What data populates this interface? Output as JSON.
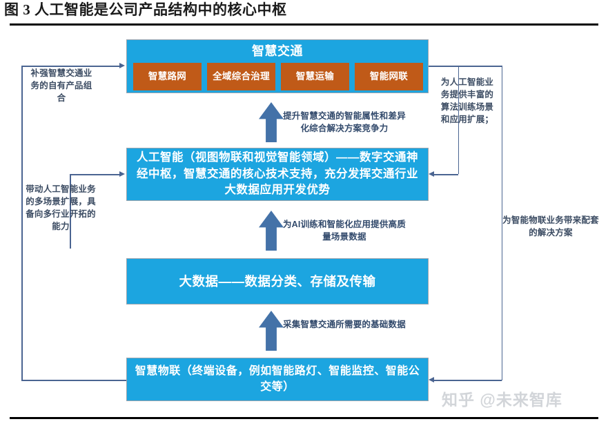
{
  "figure": {
    "title": "图 3 人工智能是公司产品结构中的核心中枢"
  },
  "diagram": {
    "type": "flow-diagram",
    "boxes": {
      "transport": {
        "label": "智慧交通",
        "color": "#1CA5E0",
        "sub_items": [
          {
            "label": "智慧路网",
            "color": "#C05A18"
          },
          {
            "label": "全域综合治理",
            "color": "#C05A18"
          },
          {
            "label": "智慧运输",
            "color": "#C05A18"
          },
          {
            "label": "智能网联",
            "color": "#C05A18"
          }
        ]
      },
      "ai": {
        "label": "人工智能（视图物联和视觉智能领域）——数字交通神经中枢，智慧交通的核心技术支持，充分发挥交通行业大数据应用开发优势",
        "color": "#1CA5E0"
      },
      "bigdata": {
        "label": "大数据——数据分类、存储及传输",
        "color": "#1CA5E0"
      },
      "iot": {
        "label": "智慧物联（终端设备，例如智能路灯、智能监控、智能公交等）",
        "color": "#1CA5E0"
      }
    },
    "up_arrows": [
      {
        "label": "提升智慧交通的智能属性和差异化综合解决方案竞争力",
        "color": "#4472A8"
      },
      {
        "label": "为AI训练和智能化应用提供高质量场景数据",
        "color": "#4472A8"
      },
      {
        "label": "采集智慧交通所需要的基础数据",
        "color": "#4472A8"
      }
    ],
    "side_labels": {
      "left_top": "补强智慧交通业务的自有产品组合",
      "left_mid": "带动人工智能业务的多场景扩展，具备向多行业开拓的能力",
      "right_top": "为人工智能业务提供丰富的算法训练场景和应用扩展；",
      "right_mid": "为智能物联业务带来配套的解决方案"
    },
    "connector_color": "#4A6491"
  },
  "watermark": {
    "text": "知乎 @未来智库"
  }
}
